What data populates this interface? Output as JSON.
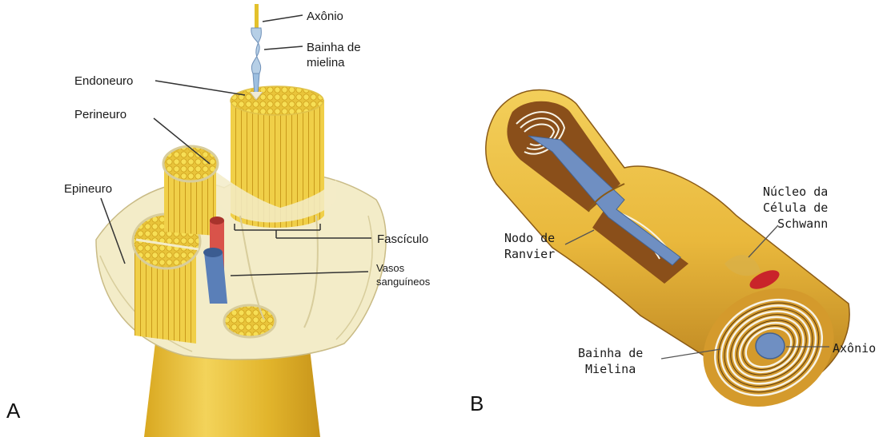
{
  "panels": {
    "a": {
      "letter": "A",
      "labels": {
        "axonio": "Axônio",
        "bainha": "Bainha de\nmielina",
        "endoneuro": "Endoneuro",
        "perineuro": "Perineuro",
        "epineuro": "Epineuro",
        "fasciculo": "Fascículo",
        "vasos": "Vasos\nsanguíneos"
      }
    },
    "b": {
      "letter": "B",
      "labels": {
        "nucleo": "Núcleo da\nCélula de\nSchwann",
        "nodo": "Nodo de\nRanvier",
        "bainha": "Bainha de\nMielina",
        "axonio": "Axônio"
      }
    }
  },
  "colors": {
    "nerve_yellow": "#e8c13a",
    "fiber_yellow": "#f2d24a",
    "sheath_cream": "#f3ecc8",
    "artery_red": "#d9534a",
    "vein_blue": "#5a7fb8",
    "schwann_orange": "#c98a2c",
    "leader_line": "#333333"
  }
}
